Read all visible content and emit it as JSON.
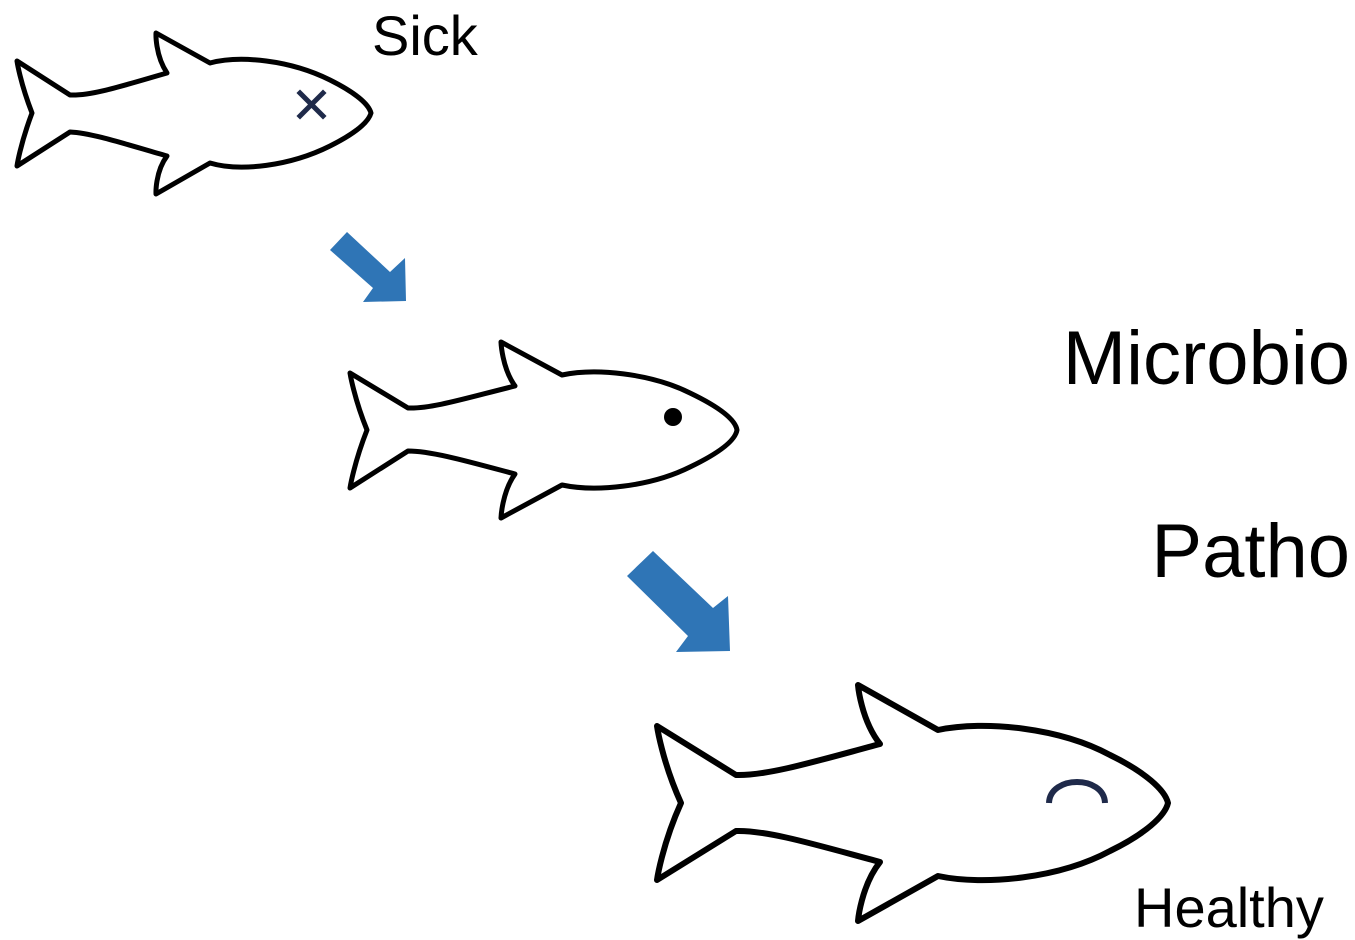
{
  "labels": {
    "sick": "Sick",
    "healthy": "Healthy",
    "microbio": "Microbio",
    "patho": "Patho"
  },
  "colors": {
    "arrow": "#2f75b6",
    "outline": "#000000",
    "eye_mark": "#1f2a4a"
  },
  "icons": {
    "sick_fish_eye": "x-mark-icon",
    "middle_fish_eye": "dot-icon",
    "healthy_fish_eye": "arc-icon",
    "arrows": "down-right-arrow-icon"
  }
}
